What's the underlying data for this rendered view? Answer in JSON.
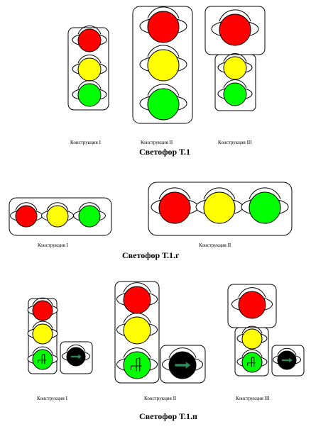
{
  "sections": [
    {
      "title": "Светофор Т.1",
      "captions": [
        "Конструкция I",
        "Конструкция II",
        "Конструкция III"
      ]
    },
    {
      "title": "Светофор Т.1.г",
      "captions": [
        "Конструкция I",
        "Конструкция II"
      ]
    },
    {
      "title": "Светофор Т.1.п",
      "captions": [
        "Конструкция I",
        "Конструкция II",
        "Конструкция III"
      ]
    }
  ],
  "colors": {
    "red": "#ff0000",
    "yellow": "#ffff00",
    "green": "#00ff00",
    "off": "#000000",
    "arrow": "#2e8b57",
    "stroke": "#000000"
  },
  "icons": {
    "tram_signal": "tram-symbol-icon",
    "arrow": "right-arrow-icon"
  }
}
